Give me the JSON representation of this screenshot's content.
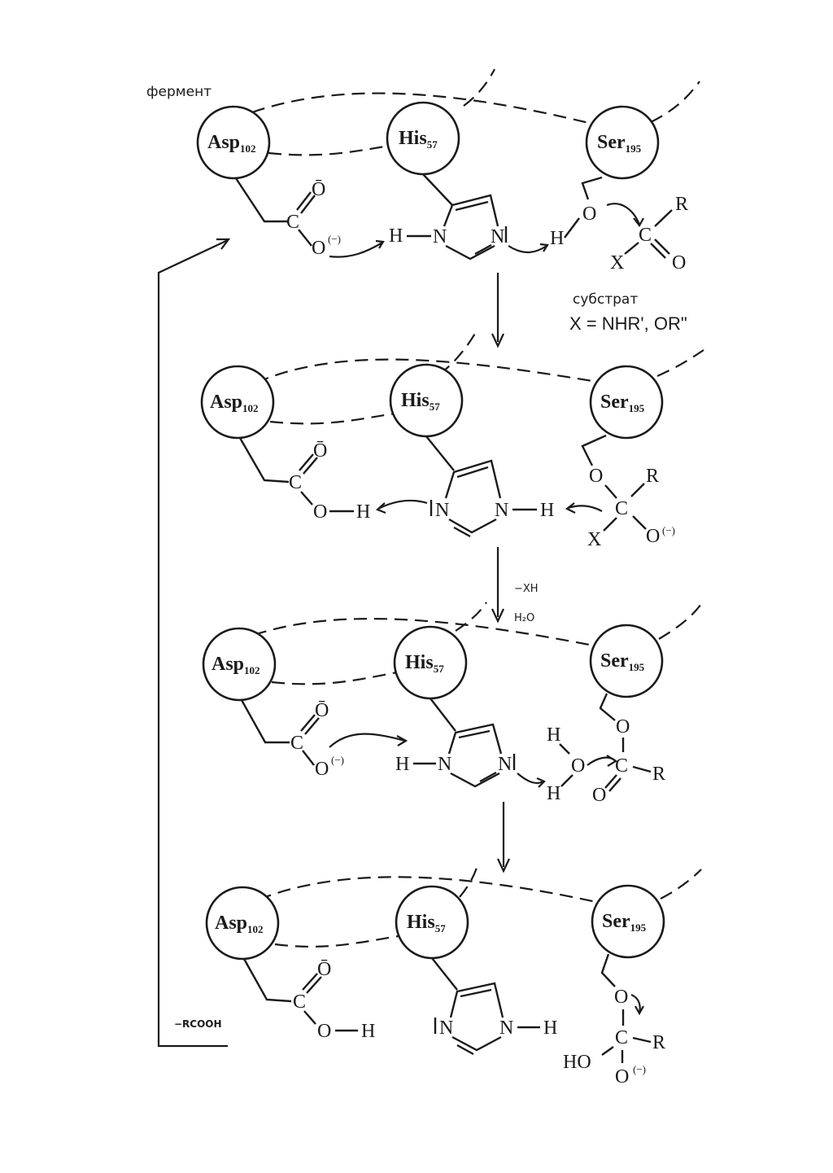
{
  "title": "фермент",
  "residues": {
    "asp": {
      "name": "Asp",
      "sub": "102"
    },
    "his": {
      "name": "His",
      "sub": "57"
    },
    "ser": {
      "name": "Ser",
      "sub": "195"
    }
  },
  "atoms": {
    "O": "O",
    "O_bar": "Ō",
    "C": "C",
    "N": "N",
    "H": "H",
    "R": "R",
    "X": "X",
    "HO": "HO",
    "minus": "(−)"
  },
  "substrate": {
    "label": "субстрат",
    "formula": "X = NHR', OR\""
  },
  "step2": {
    "line1": "−XH",
    "line2": "H₂O"
  },
  "cycle_label": "−RCOOH"
}
